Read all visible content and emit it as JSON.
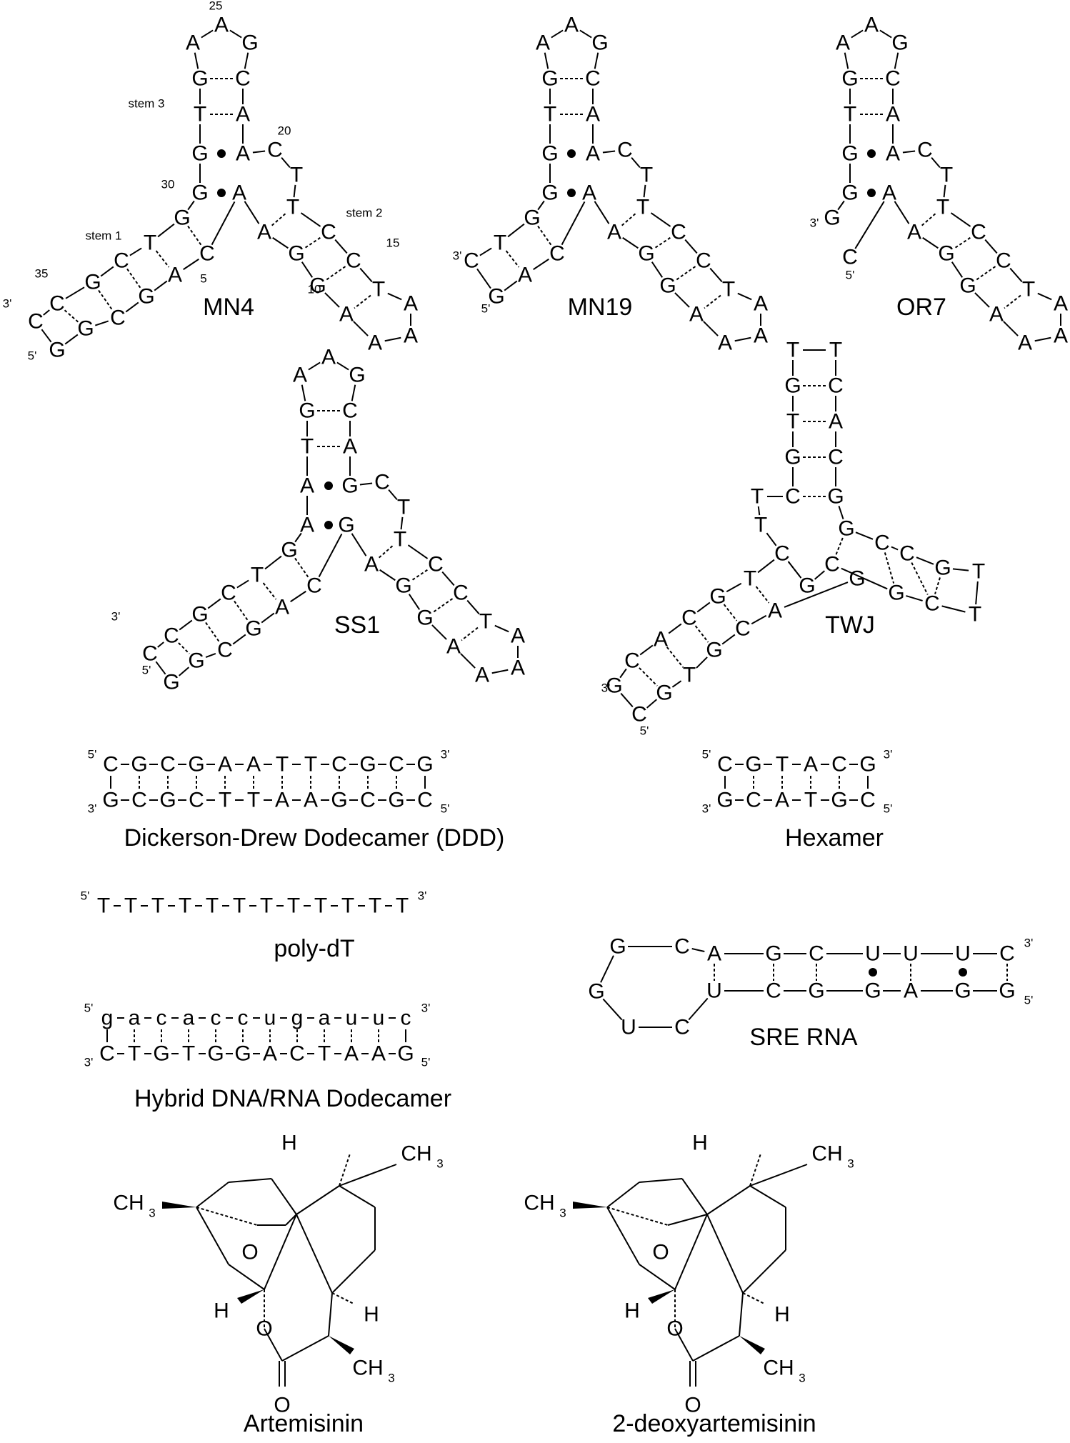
{
  "figure": {
    "dna_structures": [
      {
        "name": "MN4",
        "annotations": {
          "stem1": "stem 1",
          "stem2": "stem 2",
          "stem3": "stem 3",
          "n5": "5",
          "n10": "10",
          "n15": "15",
          "n20": "20",
          "n25": "25",
          "n30": "30",
          "n35": "35"
        }
      },
      {
        "name": "MN19"
      },
      {
        "name": "OR7"
      },
      {
        "name": "SS1"
      },
      {
        "name": "TWJ"
      }
    ],
    "duplexes": [
      {
        "name": "Dickerson-Drew Dodecamer (DDD)",
        "top": "CGCGAATTCGCG",
        "bottom": "GCGCTTAAGCGC"
      },
      {
        "name": "Hexamer",
        "top": "CGTACG",
        "bottom": "GCATGC"
      },
      {
        "name": "poly-dT",
        "top": "TTTTTTTTTTTT"
      },
      {
        "name": "SRE RNA"
      },
      {
        "name": "Hybrid DNA/RNA Dodecamer",
        "top": "gacaccugauuc",
        "bottom": "CTGTGGACTAAG"
      }
    ],
    "molecules": [
      {
        "name": "Artemisinin"
      },
      {
        "name": "2-deoxyartemisinin"
      }
    ],
    "end5": "5'",
    "end3": "3'",
    "ch3": "CH",
    "ch3_sub": "3",
    "h": "H",
    "o": "O"
  }
}
